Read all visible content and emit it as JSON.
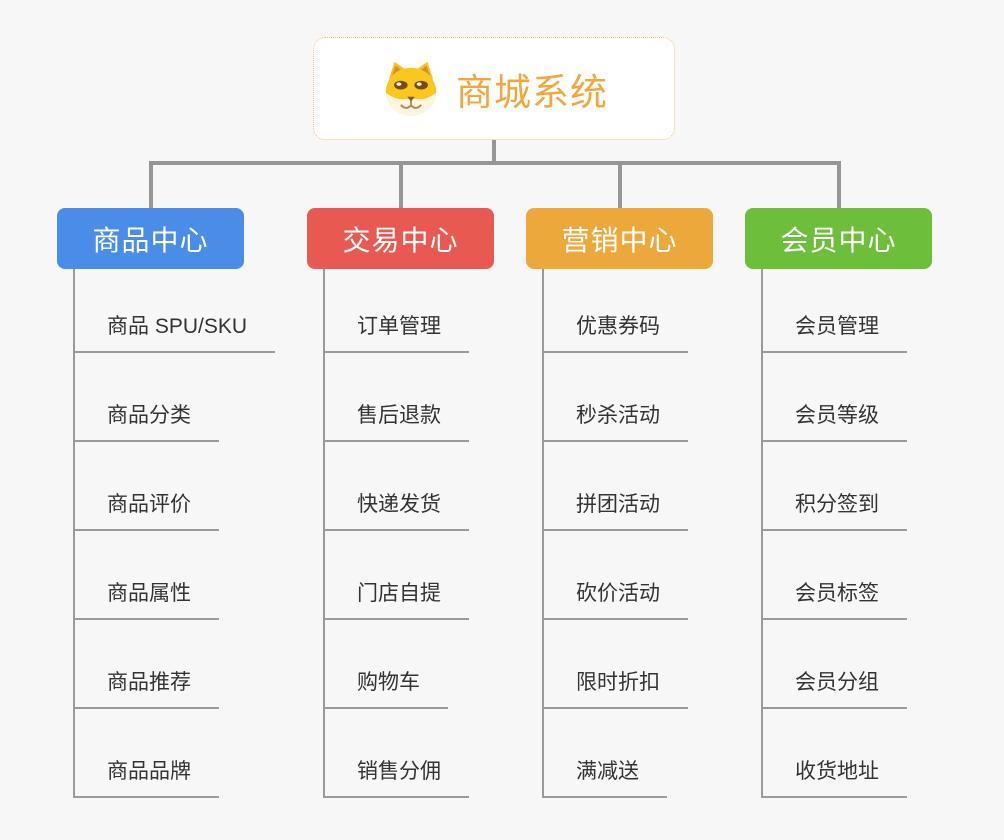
{
  "root": {
    "title": "商城系统",
    "icon": "dog-face-icon"
  },
  "branches": [
    {
      "label": "商品中心",
      "color": "#4a8de8",
      "items": [
        "商品 SPU/SKU",
        "商品分类",
        "商品评价",
        "商品属性",
        "商品推荐",
        "商品品牌"
      ]
    },
    {
      "label": "交易中心",
      "color": "#e75951",
      "items": [
        "订单管理",
        "售后退款",
        "快递发货",
        "门店自提",
        "购物车",
        "销售分佣"
      ]
    },
    {
      "label": "营销中心",
      "color": "#eda83c",
      "items": [
        "优惠券码",
        "秒杀活动",
        "拼团活动",
        "砍价活动",
        "限时折扣",
        "满减送"
      ]
    },
    {
      "label": "会员中心",
      "color": "#6cbe3b",
      "items": [
        "会员管理",
        "会员等级",
        "积分签到",
        "会员标签",
        "会员分组",
        "收货地址"
      ]
    }
  ],
  "colors": {
    "background": "#f7f7f7",
    "connector": "#969696",
    "sub_line": "#9a9a9a",
    "root_text": "#f0a73c",
    "root_border": "#f0c07a",
    "item_text": "#333333"
  }
}
